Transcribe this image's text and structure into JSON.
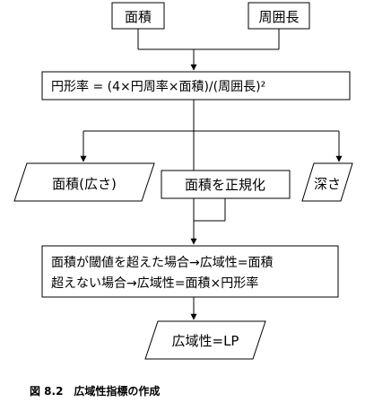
{
  "nodes": {
    "area": "面積",
    "perimeter": "周囲長",
    "circularity": "円形率 = (4×円周率×面積)/(周囲長)²",
    "area_extent": "面積(広さ)",
    "normalize": "面積を正規化",
    "depth": "深さ",
    "rule_line1": "面積が閾値を超えた場合→広域性=面積",
    "rule_line2": "超えない場合→広域性=面積×円形率",
    "output": "広域性=LP"
  },
  "caption": "図 8.2　広域性指標の作成"
}
